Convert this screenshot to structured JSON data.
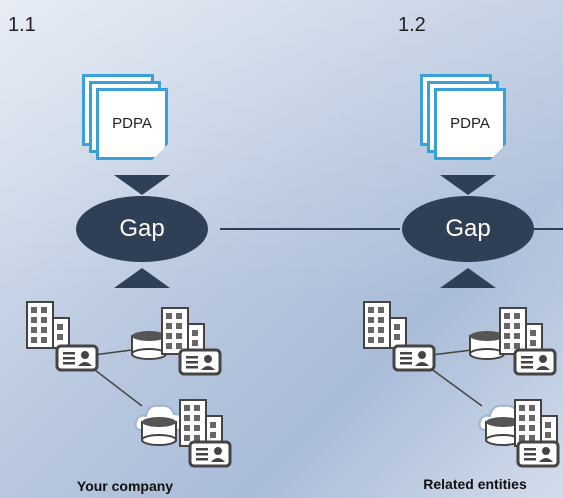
{
  "sections": [
    {
      "number": "1.1",
      "document_label": "PDPA",
      "gap_label": "Gap",
      "caption": "Your company"
    },
    {
      "number": "1.2",
      "document_label": "PDPA",
      "gap_label": "Gap",
      "caption": "Related entities"
    }
  ],
  "colors": {
    "dark_node": "#2f3f55",
    "document_border": "#3aa0d8",
    "background": "#b9c8df"
  },
  "icons": [
    "document-stack-icon",
    "building-icon",
    "database-icon",
    "cloud-icon",
    "id-card-icon"
  ]
}
